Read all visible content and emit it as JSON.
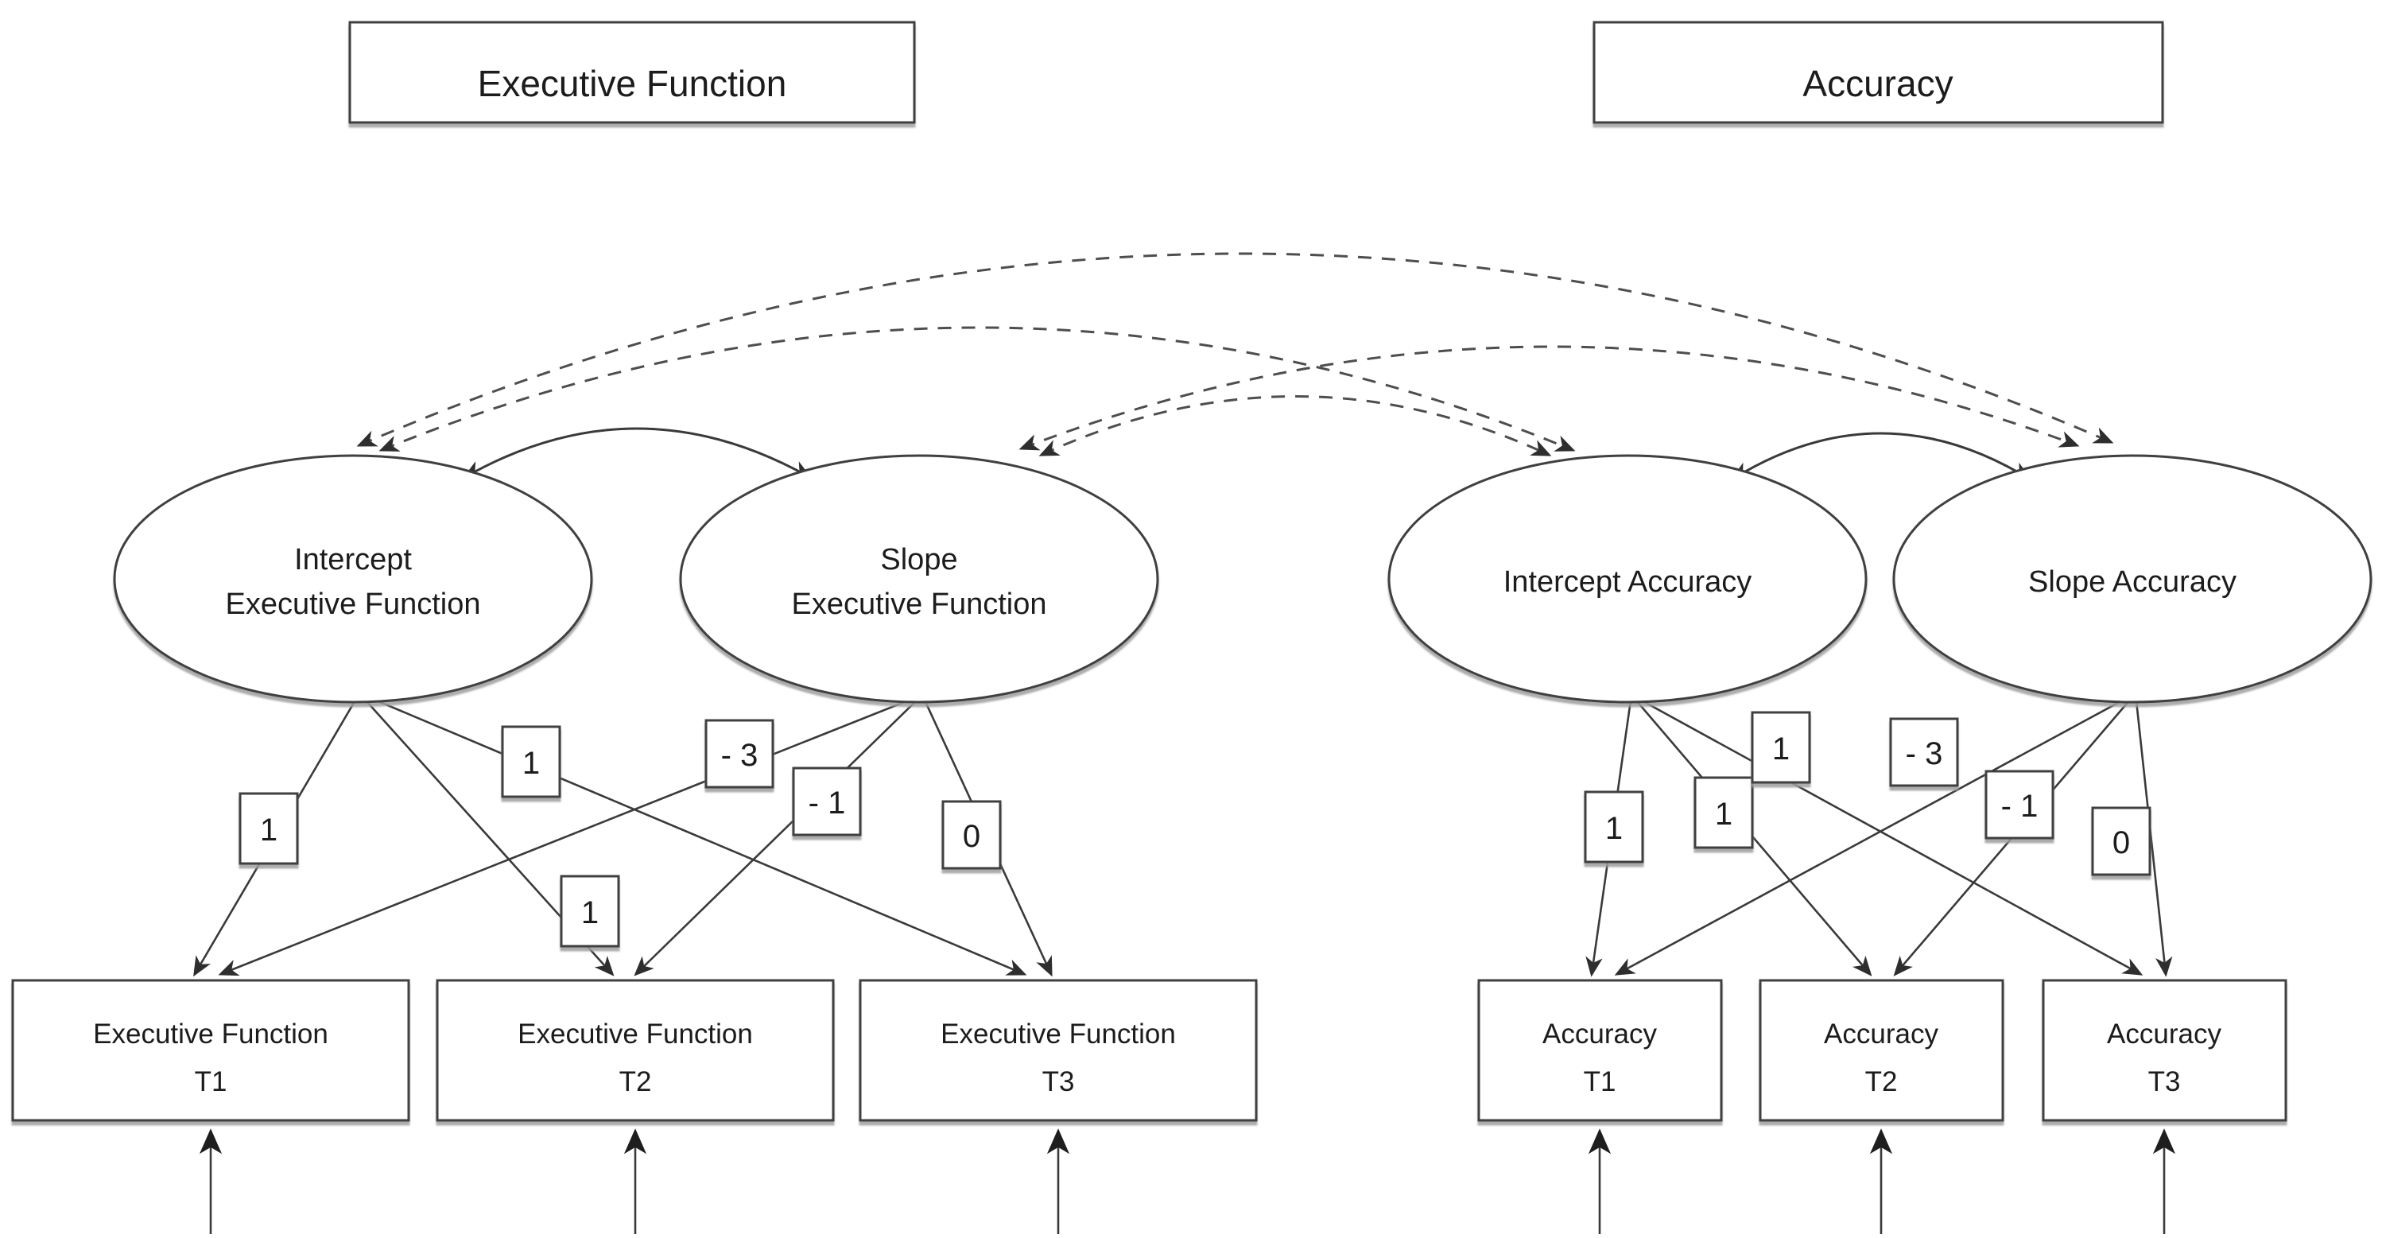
{
  "diagram_type": "structural-equation-model-latent-growth-curves",
  "titles": {
    "left": "Executive Function",
    "right": "Accuracy"
  },
  "latents": [
    {
      "id": "intercept-executive-function",
      "line1": "Intercept",
      "line2": "Executive Function"
    },
    {
      "id": "slope-executive-function",
      "line1": "Slope",
      "line2": "Executive Function"
    },
    {
      "id": "intercept-accuracy",
      "line1": "Intercept Accuracy",
      "line2": ""
    },
    {
      "id": "slope-accuracy",
      "line1": "Slope Accuracy",
      "line2": ""
    }
  ],
  "observed": [
    {
      "id": "executive-function-t1",
      "line1": "Executive Function",
      "line2": "T1"
    },
    {
      "id": "executive-function-t2",
      "line1": "Executive Function",
      "line2": "T2"
    },
    {
      "id": "executive-function-t3",
      "line1": "Executive Function",
      "line2": "T3"
    },
    {
      "id": "accuracy-t1",
      "line1": "Accuracy",
      "line2": "T1"
    },
    {
      "id": "accuracy-t2",
      "line1": "Accuracy",
      "line2": "T2"
    },
    {
      "id": "accuracy-t3",
      "line1": "Accuracy",
      "line2": "T3"
    }
  ],
  "loadings": {
    "ef": {
      "intercept": [
        "1",
        "1",
        "1"
      ],
      "slope": [
        "- 3",
        "- 1",
        "0"
      ]
    },
    "accuracy": {
      "intercept": [
        "1",
        "1",
        "1"
      ],
      "slope": [
        "- 3",
        "- 1",
        "0"
      ]
    }
  },
  "edges": {
    "covariances_dashed": [
      "intercept-executive-function <-> intercept-accuracy",
      "intercept-executive-function <-> slope-accuracy",
      "slope-executive-function <-> intercept-accuracy",
      "slope-executive-function <-> slope-accuracy"
    ],
    "covariances_solid": [
      "intercept-executive-function <-> slope-executive-function",
      "intercept-accuracy <-> slope-accuracy"
    ],
    "loading_targets": [
      "T1",
      "T2",
      "T3"
    ],
    "residual_arrows_count": 6
  },
  "colors": {
    "background": "#ffffff",
    "line": "#3a3a3a",
    "dashed_line": "#4e4e4e",
    "shape_border": "#3f3f3f",
    "text": "#1c1c1c"
  }
}
